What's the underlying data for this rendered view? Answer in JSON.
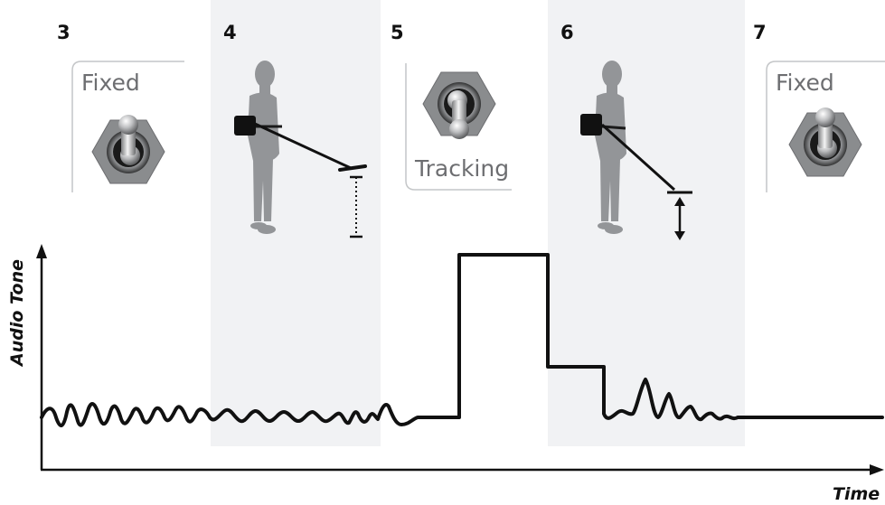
{
  "steps": [
    {
      "number": "3",
      "content": "switch",
      "switch_label": "Fixed",
      "switch_state": "up",
      "shaded": false
    },
    {
      "number": "4",
      "content": "person",
      "probe": "dotted-drop",
      "shaded": true
    },
    {
      "number": "5",
      "content": "switch",
      "switch_label": "Tracking",
      "switch_state": "down",
      "shaded": false
    },
    {
      "number": "6",
      "content": "person",
      "probe": "double-arrow",
      "shaded": true
    },
    {
      "number": "7",
      "content": "switch",
      "switch_label": "Fixed",
      "switch_state": "up",
      "shaded": false
    }
  ],
  "axes": {
    "y_label": "Audio Tone",
    "x_label": "Time"
  },
  "colors": {
    "band_shade": "#f1f2f4",
    "trace": "#111111",
    "silhouette": "#939598",
    "bracket": "#c4c6c8"
  }
}
